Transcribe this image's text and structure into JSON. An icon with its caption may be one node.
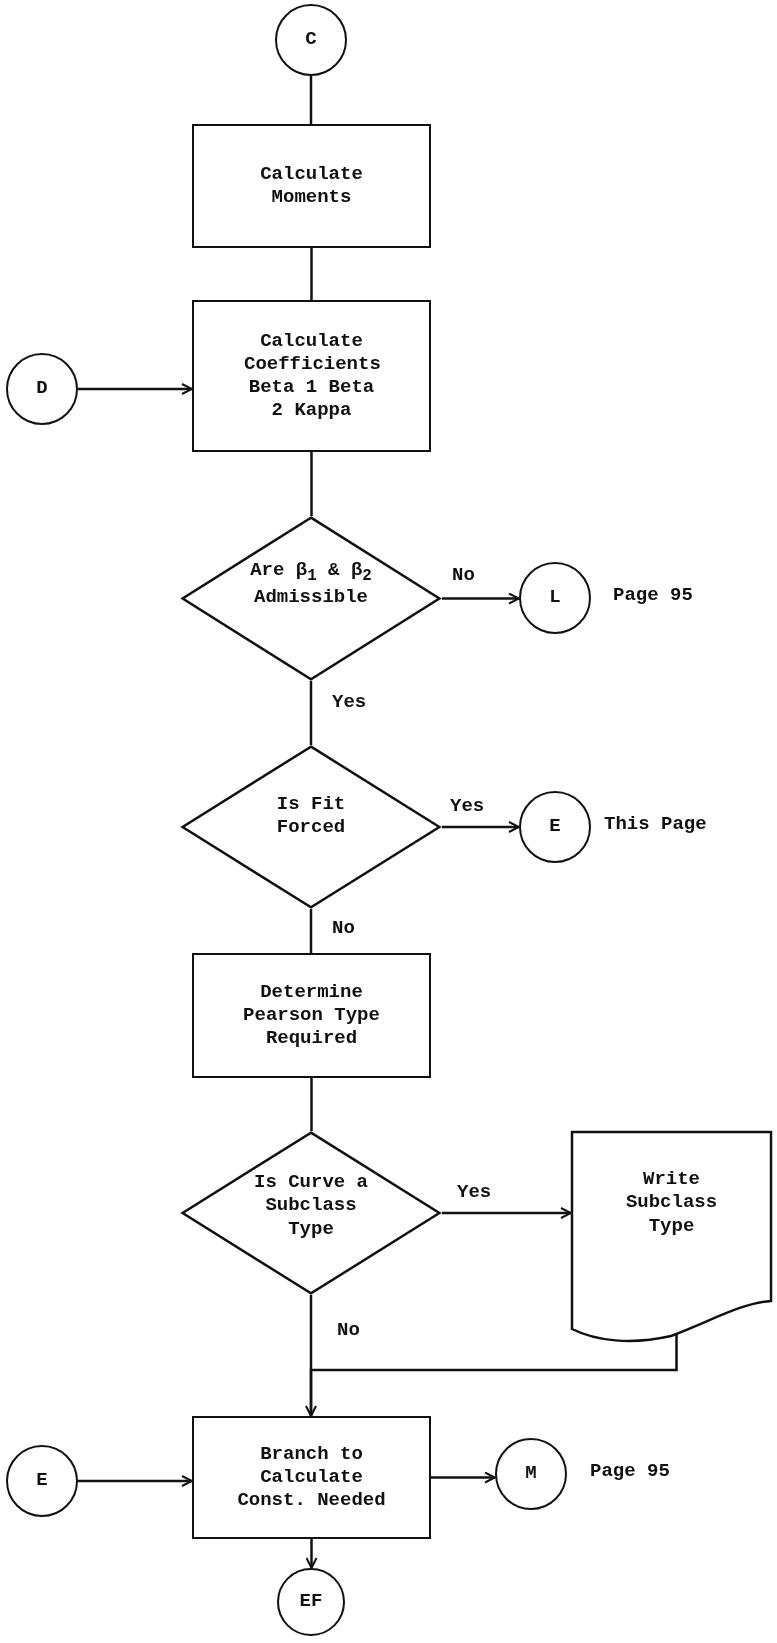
{
  "diagram": {
    "nodes": [
      {
        "text": [
          "C"
        ]
      },
      {
        "text": [
          "Calculate Moments"
        ]
      },
      {
        "text": [
          "Calculate Coefficients Beta 1 Beta 2 Kappa"
        ]
      },
      {
        "text": [
          "D"
        ]
      },
      {
        "text": [
          "Are β$_{1}$ & β$_{2}$ Admissible"
        ]
      },
      {
        "text": [
          "L"
        ],
        "beside": [
          "Page 95"
        ]
      },
      {
        "text": [
          "Is Fit Forced"
        ]
      },
      {
        "text": [
          "E"
        ],
        "beside": [
          "This Page"
        ]
      },
      {
        "text": [
          "Determine Pearson Type Required"
        ]
      },
      {
        "text": [
          "Is Curve a Subclass Type"
        ]
      },
      {
        "text": [
          "Write Subclass Type"
        ]
      },
      {
        "text": [
          "E"
        ]
      },
      {
        "text": [
          "Branch to Calculate Const. Needed"
        ]
      },
      {
        "text": [
          "M"
        ],
        "beside": [
          "Page 95"
        ]
      },
      {
        "text": [
          "EF"
        ]
      }
    ],
    "edges": [
      {
        "from": 0,
        "to": 1,
        "arrow": "none"
      },
      {
        "from": 1,
        "to": 2,
        "arrow": "none"
      },
      {
        "from": 3,
        "to": 2,
        "arrow": "to"
      },
      {
        "from": 2,
        "to": 4,
        "arrow": "none"
      },
      {
        "from": 4,
        "to": 5,
        "arrow": "to",
        "label": "No"
      },
      {
        "from": 4,
        "to": 6,
        "arrow": "none",
        "label": "Yes"
      },
      {
        "from": 6,
        "to": 7,
        "arrow": "to",
        "label": "Yes"
      },
      {
        "from": 6,
        "to": 8,
        "arrow": "none",
        "label": "No"
      },
      {
        "from": 8,
        "to": 9,
        "arrow": "none"
      },
      {
        "from": 9,
        "to": 10,
        "arrow": "to",
        "label": "Yes"
      },
      {
        "from": 9,
        "to": 12,
        "arrow": "none",
        "label": "No"
      },
      {
        "from": 10,
        "to": 12,
        "arrow": "to"
      },
      {
        "from": 11,
        "to": 12,
        "arrow": "to"
      },
      {
        "from": 12,
        "to": 13,
        "arrow": "to"
      },
      {
        "from": 12,
        "to": 14,
        "arrow": "to"
      }
    ]
  }
}
